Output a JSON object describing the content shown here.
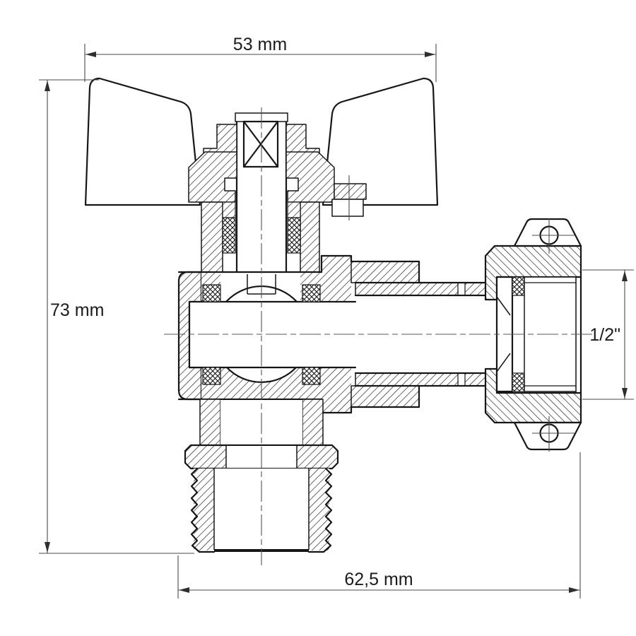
{
  "drawing": {
    "type": "technical-section-drawing",
    "subject": "angle ball valve with butterfly handle, union nut and male thread",
    "background_color": "#ffffff",
    "line_color": "#161616",
    "dim_line_color": "#4a4a4a",
    "dimensions": {
      "top": {
        "label": "53 mm"
      },
      "left": {
        "label": "73 mm"
      },
      "bottom": {
        "label": "62,5 mm"
      },
      "right": {
        "label": "1/2\""
      }
    }
  }
}
